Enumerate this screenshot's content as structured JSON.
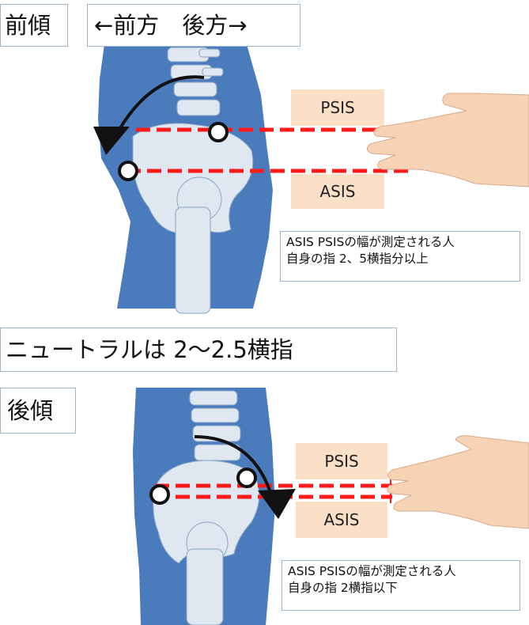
{
  "top": {
    "title": "前傾",
    "direction_label": "←前方　後方→",
    "psis_label": "PSIS",
    "asis_label": "ASIS",
    "note_line1": "ASIS PSISの幅が測定される人",
    "note_line2": "自身の指 2、5横指分以上"
  },
  "neutral_label": "ニュートラルは 2〜2.5横指",
  "bottom": {
    "title": "後傾",
    "psis_label": "PSIS",
    "asis_label": "ASIS",
    "note_line1": "ASIS PSISの幅が測定される人",
    "note_line2": "自身の指 2横指以下"
  },
  "colors": {
    "silhouette": "#4a7bbd",
    "bone": "#dfe7f0",
    "dashed_line": "#ff1a1a",
    "label_fill": "#fbe0c8",
    "skin": "#f6d3b5"
  },
  "icons": [
    "rotation-arrow-icon",
    "landmark-marker-icon",
    "hand-image"
  ]
}
